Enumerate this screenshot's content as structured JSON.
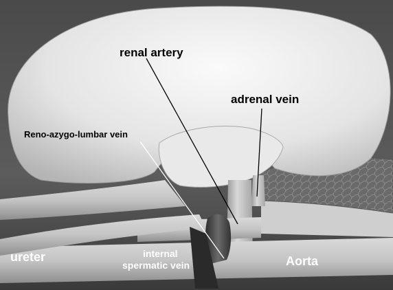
{
  "labels": {
    "renal_artery": "renal artery",
    "adrenal_vein": "adrenal vein",
    "reno_azygo_lumbar_vein": "Reno-azygo-lumbar vein",
    "internal_line1": "internal",
    "internal_line2": "spermatic vein",
    "ureter": "ureter",
    "aorta": "Aorta"
  },
  "colors": {
    "background": "#3a3a3a",
    "kidney": "#e6e6e6",
    "vessel": "#cfcfcf",
    "spermatic_vein": "#4a4a4a",
    "label_dark": "#000000",
    "label_light": "#ffffff"
  }
}
